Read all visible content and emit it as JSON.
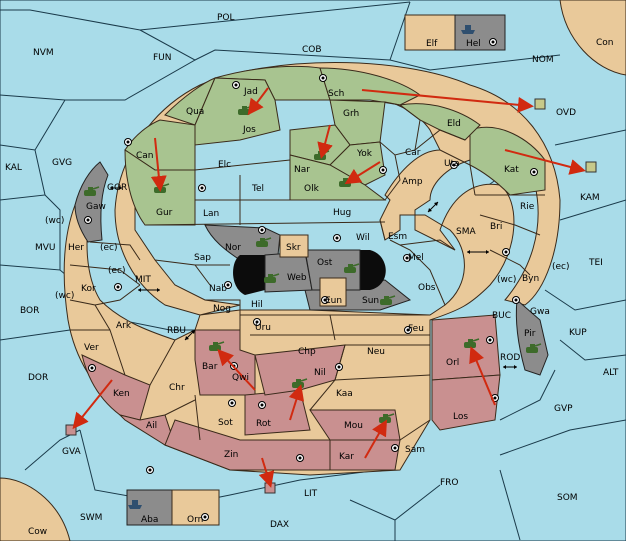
{
  "colors": {
    "sea": "#a9dce9",
    "neutral": "#e9c99a",
    "green_power": "#a8c490",
    "red_power": "#c99090",
    "gray_power": "#8c8c8c",
    "order_arrow": "#d12a10"
  },
  "seas": [
    {
      "id": "POL",
      "label": "POL"
    },
    {
      "id": "NVM",
      "label": "NVM"
    },
    {
      "id": "FUN",
      "label": "FUN"
    },
    {
      "id": "COB",
      "label": "COB"
    },
    {
      "id": "NOM",
      "label": "NOM"
    },
    {
      "id": "Con",
      "label": "Con"
    },
    {
      "id": "KAL",
      "label": "KAL"
    },
    {
      "id": "GVG",
      "label": "GVG"
    },
    {
      "id": "OVD",
      "label": "OVD"
    },
    {
      "id": "KAM",
      "label": "KAM"
    },
    {
      "id": "MVU",
      "label": "MVU"
    },
    {
      "id": "SMA",
      "label": "SMA"
    },
    {
      "id": "TEI",
      "label": "TEI"
    },
    {
      "id": "MIT",
      "label": "MIT"
    },
    {
      "id": "BOR",
      "label": "BOR"
    },
    {
      "id": "RBU",
      "label": "RBU"
    },
    {
      "id": "KUP",
      "label": "KUP"
    },
    {
      "id": "BUC",
      "label": "BUC"
    },
    {
      "id": "ROD",
      "label": "ROD"
    },
    {
      "id": "ALT",
      "label": "ALT"
    },
    {
      "id": "DOR",
      "label": "DOR"
    },
    {
      "id": "GVP",
      "label": "GVP"
    },
    {
      "id": "GVA",
      "label": "GVA"
    },
    {
      "id": "LIT",
      "label": "LIT"
    },
    {
      "id": "FRO",
      "label": "FRO"
    },
    {
      "id": "SOM",
      "label": "SOM"
    },
    {
      "id": "SWM",
      "label": "SWM"
    },
    {
      "id": "DAX",
      "label": "DAX"
    },
    {
      "id": "Cow",
      "label": "Cow"
    }
  ],
  "lands": [
    {
      "id": "Sch",
      "label": "Sch"
    },
    {
      "id": "Jad",
      "label": "Jad"
    },
    {
      "id": "Qua",
      "label": "Qua"
    },
    {
      "id": "Jos",
      "label": "Jos"
    },
    {
      "id": "Grh",
      "label": "Grh"
    },
    {
      "id": "Eld",
      "label": "Eld"
    },
    {
      "id": "Can",
      "label": "Can"
    },
    {
      "id": "Elc",
      "label": "Elc"
    },
    {
      "id": "Nar",
      "label": "Nar"
    },
    {
      "id": "Yok",
      "label": "Yok"
    },
    {
      "id": "Car",
      "label": "Car"
    },
    {
      "id": "Uta",
      "label": "Uta"
    },
    {
      "id": "Kat",
      "label": "Kat"
    },
    {
      "id": "Gaw",
      "label": "Gaw"
    },
    {
      "id": "Gur",
      "label": "Gur"
    },
    {
      "id": "Tel",
      "label": "Tel"
    },
    {
      "id": "Olk",
      "label": "Olk"
    },
    {
      "id": "Amp",
      "label": "Amp"
    },
    {
      "id": "Lan",
      "label": "Lan"
    },
    {
      "id": "Hug",
      "label": "Hug"
    },
    {
      "id": "Rie",
      "label": "Rie"
    },
    {
      "id": "Bri",
      "label": "Bri"
    },
    {
      "id": "Her",
      "label": "Her"
    },
    {
      "id": "Wil",
      "label": "Wil"
    },
    {
      "id": "Esm",
      "label": "Esm"
    },
    {
      "id": "Nor",
      "label": "Nor"
    },
    {
      "id": "Skr",
      "label": "Skr"
    },
    {
      "id": "Sap",
      "label": "Sap"
    },
    {
      "id": "Ost",
      "label": "Ost"
    },
    {
      "id": "Mel",
      "label": "Mel"
    },
    {
      "id": "Web",
      "label": "Web"
    },
    {
      "id": "Byn",
      "label": "Byn"
    },
    {
      "id": "Kor",
      "label": "Kor"
    },
    {
      "id": "Nab",
      "label": "Nab"
    },
    {
      "id": "Obs",
      "label": "Obs"
    },
    {
      "id": "Eun",
      "label": "Eun"
    },
    {
      "id": "Sun",
      "label": "Sun"
    },
    {
      "id": "Gwa",
      "label": "Gwa"
    },
    {
      "id": "Hil",
      "label": "Hil"
    },
    {
      "id": "Ark",
      "label": "Ark"
    },
    {
      "id": "Nog",
      "label": "Nog"
    },
    {
      "id": "Uru",
      "label": "Uru"
    },
    {
      "id": "Feu",
      "label": "Feu"
    },
    {
      "id": "Pir",
      "label": "Pir"
    },
    {
      "id": "Orl",
      "label": "Orl"
    },
    {
      "id": "Ver",
      "label": "Ver"
    },
    {
      "id": "Chp",
      "label": "Chp"
    },
    {
      "id": "Neu",
      "label": "Neu"
    },
    {
      "id": "Bar",
      "label": "Bar"
    },
    {
      "id": "Qwi",
      "label": "Qwi"
    },
    {
      "id": "Nil",
      "label": "Nil"
    },
    {
      "id": "Ken",
      "label": "Ken"
    },
    {
      "id": "Chr",
      "label": "Chr"
    },
    {
      "id": "Kaa",
      "label": "Kaa"
    },
    {
      "id": "Rot",
      "label": "Rot"
    },
    {
      "id": "Sot",
      "label": "Sot"
    },
    {
      "id": "Los",
      "label": "Los"
    },
    {
      "id": "Ail",
      "label": "Ail"
    },
    {
      "id": "Mou",
      "label": "Mou"
    },
    {
      "id": "Kar",
      "label": "Kar"
    },
    {
      "id": "Sam",
      "label": "Sam"
    },
    {
      "id": "Zin",
      "label": "Zin"
    },
    {
      "id": "Elf",
      "label": "Elf"
    },
    {
      "id": "Hel",
      "label": "Hel"
    },
    {
      "id": "Aba",
      "label": "Aba"
    },
    {
      "id": "Orn",
      "label": "Orn"
    }
  ],
  "coast_marks": [
    {
      "id": "her_wc",
      "label": "(wc)"
    },
    {
      "id": "her_ec",
      "label": "(ec)"
    },
    {
      "id": "kor_ec",
      "label": "(ec)"
    },
    {
      "id": "kor_wc",
      "label": "(wc)"
    },
    {
      "id": "byn_wc",
      "label": "(wc)"
    },
    {
      "id": "byn_ec",
      "label": "(ec)"
    }
  ],
  "canal_icons": [
    "GOR",
    "SMA",
    "MIT",
    "RBU",
    "ROD"
  ],
  "canals": [
    {
      "id": "GOR",
      "label": "GOR"
    }
  ],
  "unit_types": {
    "army": "army-tank-icon",
    "fleet": "fleet-ship-icon"
  }
}
